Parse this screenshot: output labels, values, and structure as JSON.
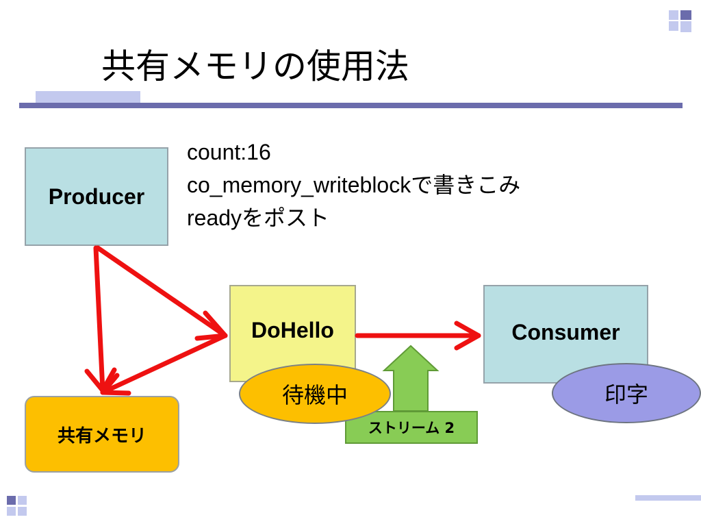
{
  "slide": {
    "title": "共有メモリの使用法"
  },
  "note": {
    "lines": [
      "count:16",
      "co_memory_writeblockで書きこみ",
      "readyをポスト"
    ]
  },
  "nodes": {
    "producer": "Producer",
    "dohello": "DoHello",
    "consumer": "Consumer",
    "shared_memory": "共有メモリ",
    "stream": "ストリーム 2",
    "waiting": "待機中",
    "printing": "印字"
  },
  "colors": {
    "accent_light": "#c3c9ee",
    "accent_dark": "#6b6cac",
    "node_blue": "#b9dfe3",
    "node_yellow": "#f4f48a",
    "node_orange": "#fdbf00",
    "node_green": "#88cc55",
    "node_purple": "#9b9be6",
    "arrow_red": "#ee1111"
  }
}
